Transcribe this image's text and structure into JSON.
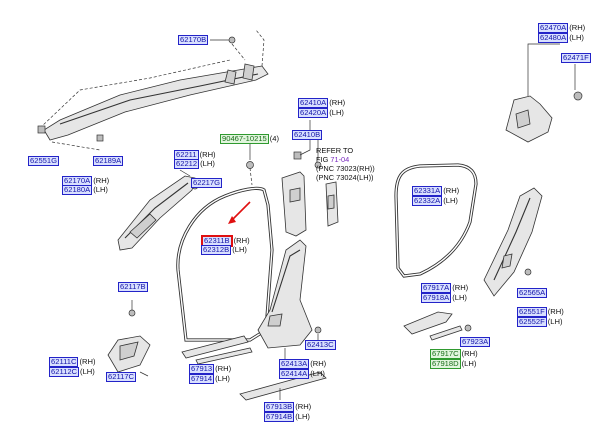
{
  "labels": {
    "l62170B": {
      "code": "62170B",
      "side": ""
    },
    "l62551G": {
      "code": "62551G",
      "side": ""
    },
    "l62189A": {
      "code": "62189A",
      "side": ""
    },
    "l62170A": {
      "code": "62170A",
      "side": "(RH)"
    },
    "l62180A": {
      "code": "62180A",
      "side": "(LH)"
    },
    "l90467": {
      "code": "90467-10215",
      "side": "(4)"
    },
    "l62211": {
      "code": "62211",
      "side": "(RH)"
    },
    "l62212": {
      "code": "62212",
      "side": "(LH)"
    },
    "l62217G": {
      "code": "62217G",
      "side": ""
    },
    "l62311B": {
      "code": "62311B",
      "side": "(RH)"
    },
    "l62312B": {
      "code": "62312B",
      "side": "(LH)"
    },
    "l62410A": {
      "code": "62410A",
      "side": "(RH)"
    },
    "l62420A": {
      "code": "62420A",
      "side": "(LH)"
    },
    "l62410B": {
      "code": "62410B",
      "side": ""
    },
    "l62117B": {
      "code": "62117B",
      "side": ""
    },
    "l62111C": {
      "code": "62111C",
      "side": "(RH)"
    },
    "l62112C": {
      "code": "62112C",
      "side": "(LH)"
    },
    "l62117C": {
      "code": "62117C",
      "side": ""
    },
    "l67913": {
      "code": "67913",
      "side": "(RH)"
    },
    "l67914": {
      "code": "67914",
      "side": "(LH)"
    },
    "l62413C": {
      "code": "62413C",
      "side": ""
    },
    "l62413A": {
      "code": "62413A",
      "side": "(RH)"
    },
    "l62414A": {
      "code": "62414A",
      "side": "(LH)"
    },
    "l67913B": {
      "code": "67913B",
      "side": "(RH)"
    },
    "l67914B": {
      "code": "67914B",
      "side": "(LH)"
    },
    "l62331A": {
      "code": "62331A",
      "side": "(RH)"
    },
    "l62332A": {
      "code": "62332A",
      "side": "(LH)"
    },
    "l62470A": {
      "code": "62470A",
      "side": "(RH)"
    },
    "l62480A": {
      "code": "62480A",
      "side": "(LH)"
    },
    "l62471F": {
      "code": "62471F",
      "side": ""
    },
    "l62565A": {
      "code": "62565A",
      "side": ""
    },
    "l62551F": {
      "code": "62551F",
      "side": "(RH)"
    },
    "l62552F": {
      "code": "62552F",
      "side": "(LH)"
    },
    "l67917A": {
      "code": "67917A",
      "side": "(RH)"
    },
    "l67918A": {
      "code": "67918A",
      "side": "(LH)"
    },
    "l67923A": {
      "code": "67923A",
      "side": ""
    },
    "l67917C": {
      "code": "67917C",
      "side": "(RH)"
    },
    "l67918D": {
      "code": "67918D",
      "side": "(LH)"
    }
  },
  "note": {
    "line1": "REFER TO",
    "line2_prefix": "FIG ",
    "line2_fig": "71-04",
    "line3": "(PNC 73023(RH))",
    "line4": "(PNC 73024(LH))"
  },
  "colors": {
    "label_border": "#2323c8",
    "label_fill": "#d9e0ff",
    "label_text": "#1414a8",
    "green_border": "#2f9a2f",
    "highlight": "#e01010",
    "fig_link": "#7a2bbf"
  }
}
